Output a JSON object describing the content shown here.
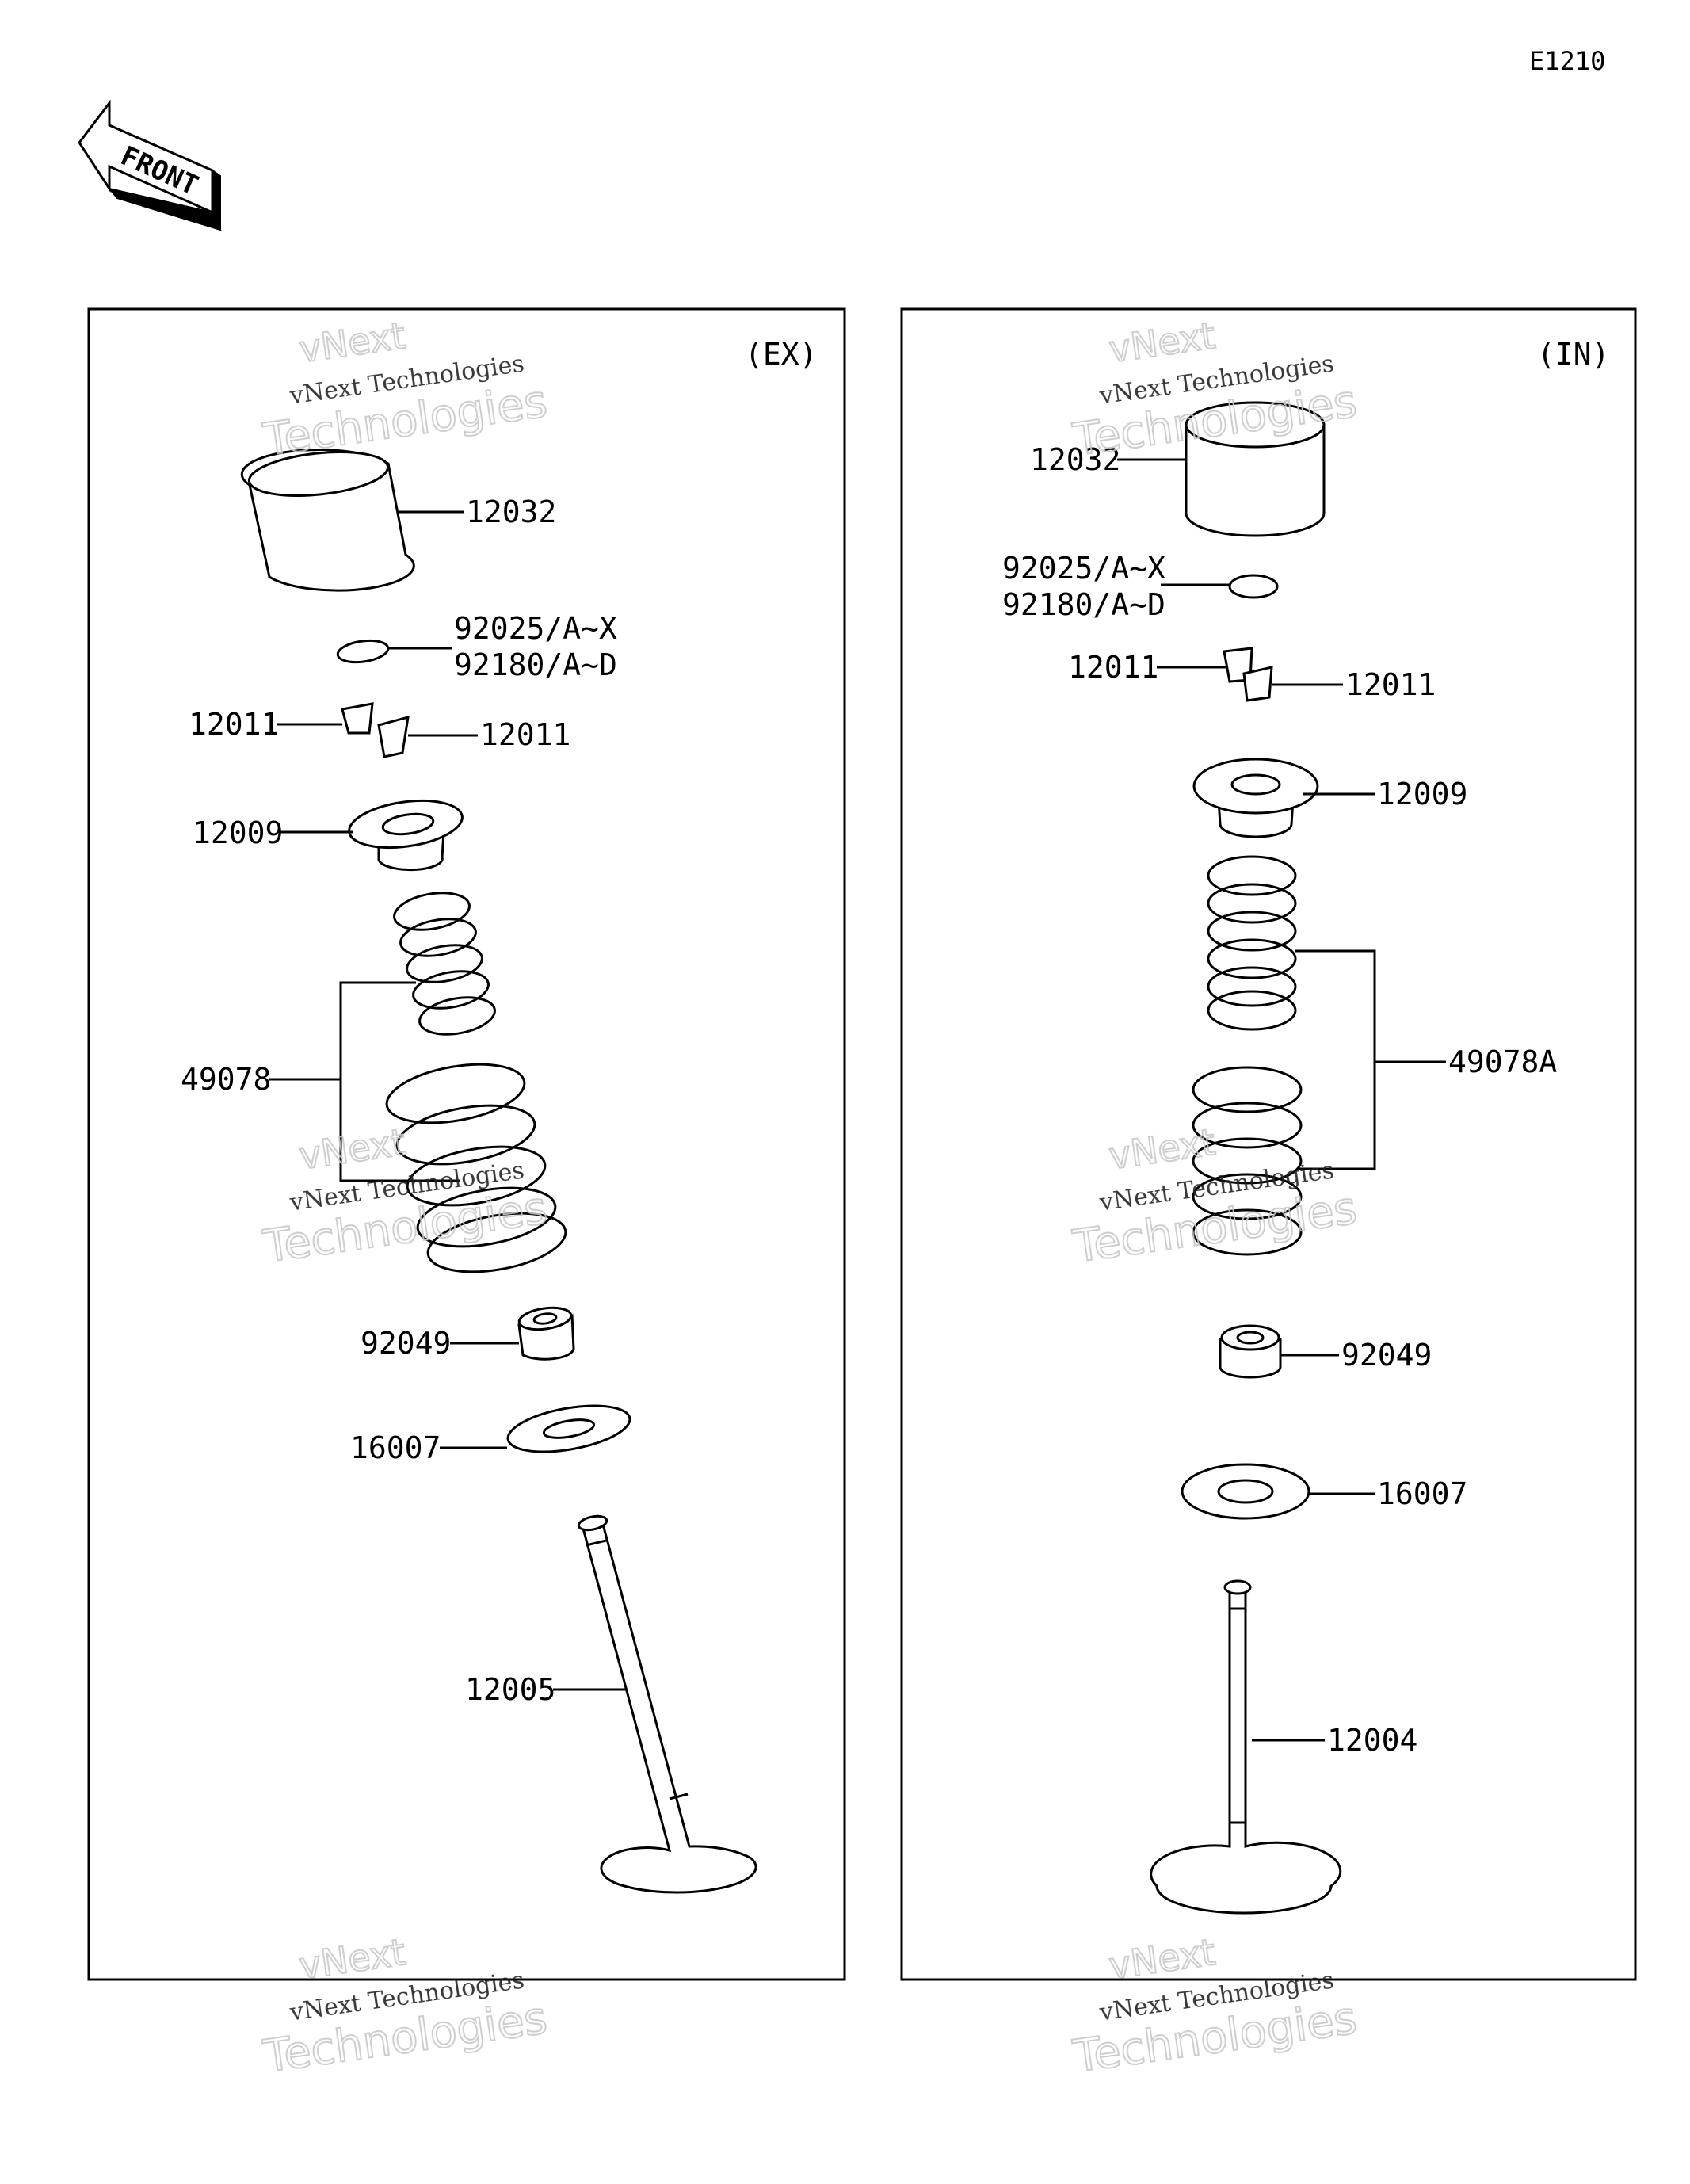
{
  "diagram": {
    "code": "E1210",
    "front_label": "FRONT",
    "panels": [
      {
        "id": "ex",
        "tag": "(EX)",
        "labels": {
          "tappet": "12032",
          "shim_a": "92025/A~X",
          "shim_b": "92180/A~D",
          "cotter_left": "12011",
          "cotter_right": "12011",
          "retainer": "12009",
          "spring": "49078",
          "seal": "92049",
          "seat": "16007",
          "valve": "12005"
        }
      },
      {
        "id": "in",
        "tag": "(IN)",
        "labels": {
          "tappet": "12032",
          "shim_a": "92025/A~X",
          "shim_b": "92180/A~D",
          "cotter_left": "12011",
          "cotter_right": "12011",
          "retainer": "12009",
          "spring": "49078A",
          "seal": "92049",
          "seat": "16007",
          "valve": "12004"
        }
      }
    ],
    "watermark": {
      "line1": "vNext Technologies",
      "line2": "Technologies",
      "line3": "vNext"
    }
  }
}
